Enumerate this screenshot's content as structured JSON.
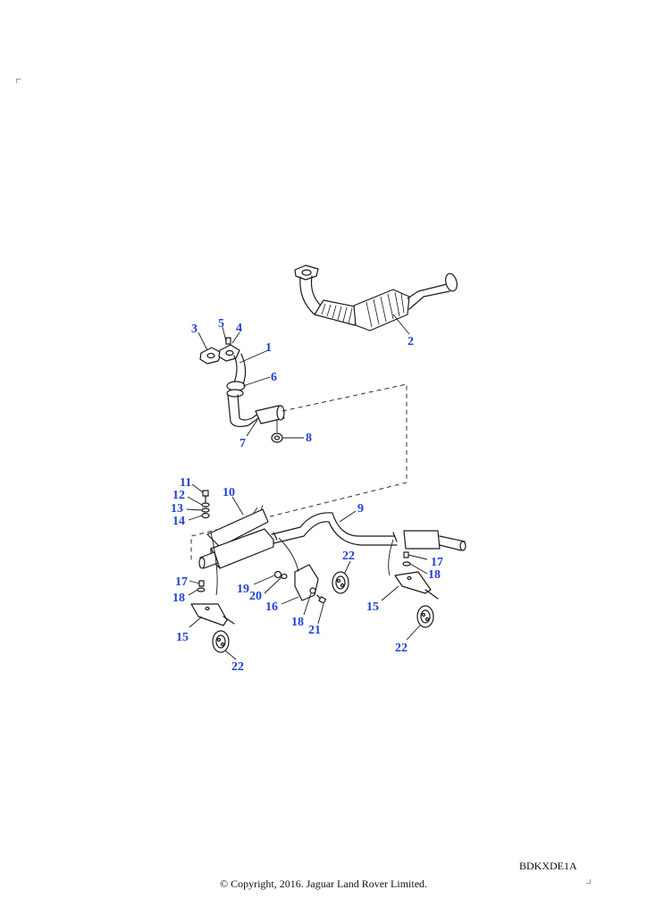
{
  "diagram": {
    "reference_code": "BDKXDE1A",
    "copyright": "© Copyright, 2016. Jaguar Land Rover Limited.",
    "callouts": [
      {
        "id": "c1",
        "label": "1"
      },
      {
        "id": "c2",
        "label": "2"
      },
      {
        "id": "c3",
        "label": "3"
      },
      {
        "id": "c4",
        "label": "4"
      },
      {
        "id": "c5",
        "label": "5"
      },
      {
        "id": "c6",
        "label": "6"
      },
      {
        "id": "c7",
        "label": "7"
      },
      {
        "id": "c8",
        "label": "8"
      },
      {
        "id": "c9",
        "label": "9"
      },
      {
        "id": "c10",
        "label": "10"
      },
      {
        "id": "c11",
        "label": "11"
      },
      {
        "id": "c12",
        "label": "12"
      },
      {
        "id": "c13",
        "label": "13"
      },
      {
        "id": "c14",
        "label": "14"
      },
      {
        "id": "c15a",
        "label": "15"
      },
      {
        "id": "c15b",
        "label": "15"
      },
      {
        "id": "c16",
        "label": "16"
      },
      {
        "id": "c17a",
        "label": "17"
      },
      {
        "id": "c17b",
        "label": "17"
      },
      {
        "id": "c18a",
        "label": "18"
      },
      {
        "id": "c18b",
        "label": "18"
      },
      {
        "id": "c18c",
        "label": "18"
      },
      {
        "id": "c19",
        "label": "19"
      },
      {
        "id": "c20",
        "label": "20"
      },
      {
        "id": "c21",
        "label": "21"
      },
      {
        "id": "c22a",
        "label": "22"
      },
      {
        "id": "c22b",
        "label": "22"
      },
      {
        "id": "c22c",
        "label": "22"
      }
    ]
  }
}
